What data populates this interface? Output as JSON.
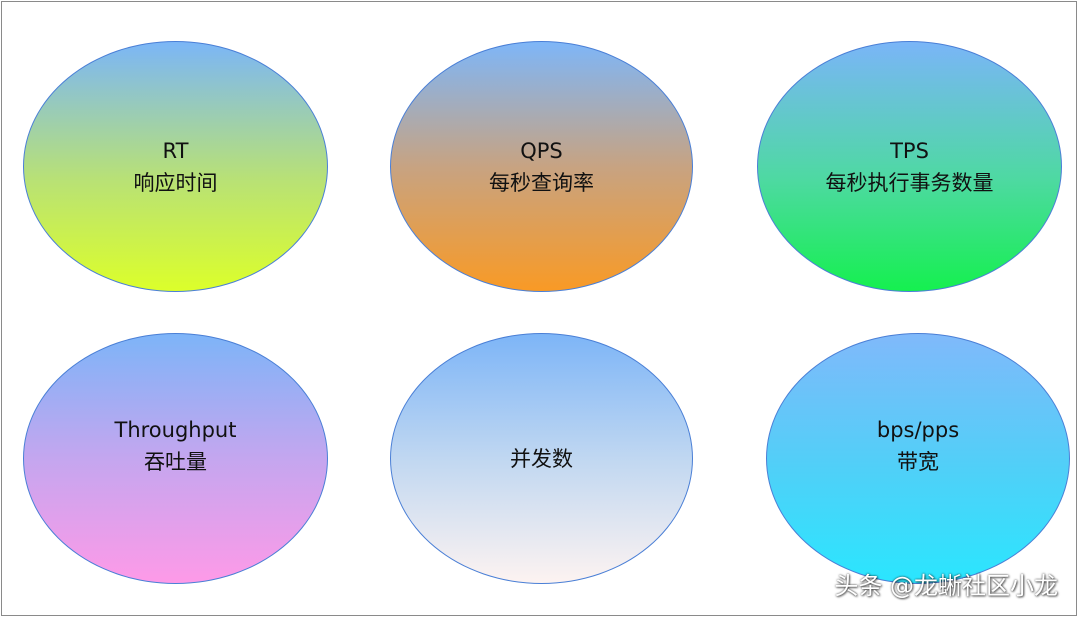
{
  "metrics": [
    {
      "id": "rt",
      "label_en": "RT",
      "label_cn": "响应时间"
    },
    {
      "id": "qps",
      "label_en": "QPS",
      "label_cn": "每秒查询率"
    },
    {
      "id": "tps",
      "label_en": "TPS",
      "label_cn": "每秒执行事务数量"
    },
    {
      "id": "throughput",
      "label_en": "Throughput",
      "label_cn": "吞吐量"
    },
    {
      "id": "concurrency",
      "label_en": "",
      "label_cn": "并发数"
    },
    {
      "id": "bandwidth",
      "label_en": "bps/pps",
      "label_cn": "带宽"
    }
  ],
  "watermark": "头条 @龙蜥社区小龙",
  "colors": {
    "outline": "#4a7fd6",
    "text": "#111111"
  }
}
